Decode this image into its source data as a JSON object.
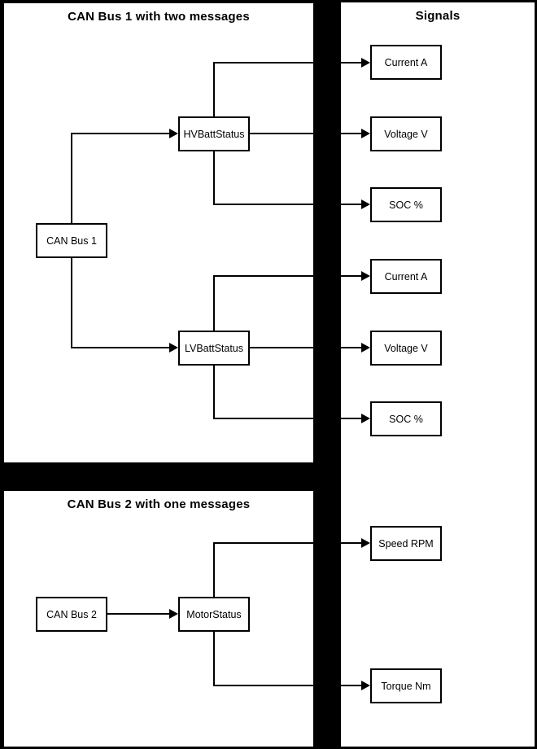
{
  "diagram": {
    "type": "can-bus-signal-mapping",
    "background_color": "#000000",
    "panel_color": "#ffffff",
    "line_color": "#000000",
    "text_color": "#000000"
  },
  "panels": {
    "bus1": {
      "title": "CAN Bus 1 with two messages"
    },
    "bus2": {
      "title": "CAN Bus 2 with one messages"
    },
    "signals": {
      "title": "Signals"
    }
  },
  "nodes": {
    "can_bus_1": {
      "label": "CAN Bus 1"
    },
    "hv_batt_status": {
      "label": "HVBattStatus"
    },
    "lv_batt_status": {
      "label": "LVBattStatus"
    },
    "can_bus_2": {
      "label": "CAN Bus 2"
    },
    "motor_status": {
      "label": "MotorStatus"
    }
  },
  "signals": {
    "hv": [
      "Current A",
      "Voltage V",
      "SOC %"
    ],
    "lv": [
      "Current A",
      "Voltage V",
      "SOC %"
    ],
    "motor": [
      "Speed RPM",
      "Torque Nm"
    ]
  },
  "edges": [
    {
      "from": "CAN Bus 1",
      "to": "HVBattStatus"
    },
    {
      "from": "CAN Bus 1",
      "to": "LVBattStatus"
    },
    {
      "from": "HVBattStatus",
      "to": "Current A"
    },
    {
      "from": "HVBattStatus",
      "to": "Voltage V"
    },
    {
      "from": "HVBattStatus",
      "to": "SOC %"
    },
    {
      "from": "LVBattStatus",
      "to": "Current A"
    },
    {
      "from": "LVBattStatus",
      "to": "Voltage V"
    },
    {
      "from": "LVBattStatus",
      "to": "SOC %"
    },
    {
      "from": "CAN Bus 2",
      "to": "MotorStatus"
    },
    {
      "from": "MotorStatus",
      "to": "Speed RPM"
    },
    {
      "from": "MotorStatus",
      "to": "Torque Nm"
    }
  ]
}
